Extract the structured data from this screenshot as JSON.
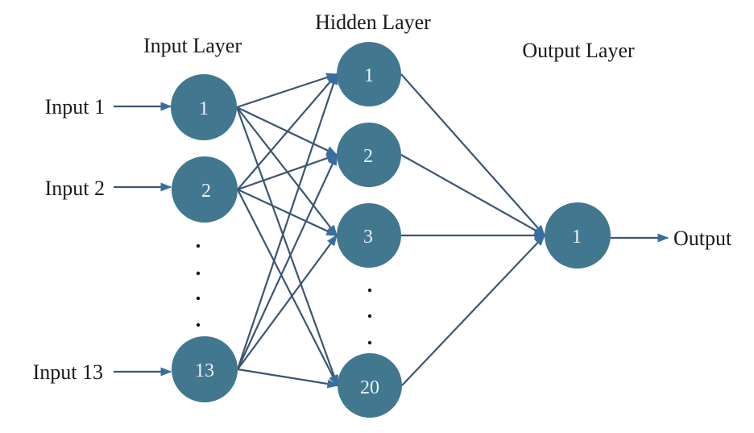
{
  "diagram": {
    "type": "neural-network",
    "colors": {
      "node_fill": "#41778f",
      "node_text": "#eef4f6",
      "edge": "#3b5572",
      "arrowhead": "#3a6ea0",
      "text": "#1a1a1a"
    },
    "layers": {
      "input": {
        "title": "Input Layer",
        "nodes": [
          {
            "id": "in-1",
            "label": "1",
            "input_label": "Input 1"
          },
          {
            "id": "in-2",
            "label": "2",
            "input_label": "Input 2"
          },
          {
            "id": "in-13",
            "label": "13",
            "input_label": "Input 13"
          }
        ],
        "ellipsis": "· · · ·",
        "total_nodes": 13
      },
      "hidden": {
        "title": "Hidden Layer",
        "nodes": [
          {
            "id": "h-1",
            "label": "1"
          },
          {
            "id": "h-2",
            "label": "2"
          },
          {
            "id": "h-3",
            "label": "3"
          },
          {
            "id": "h-20",
            "label": "20"
          }
        ],
        "ellipsis": "· · ·",
        "total_nodes": 20
      },
      "output": {
        "title": "Output Layer",
        "nodes": [
          {
            "id": "out-1",
            "label": "1",
            "output_label": "Output"
          }
        ],
        "total_nodes": 1
      }
    },
    "connections": [
      {
        "from": "input",
        "to": "hidden",
        "pattern": "fully-connected"
      },
      {
        "from": "hidden",
        "to": "output",
        "pattern": "fully-connected"
      }
    ]
  }
}
